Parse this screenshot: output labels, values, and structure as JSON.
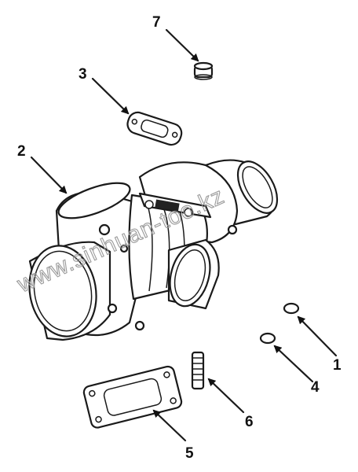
{
  "figure": {
    "callouts": {
      "c1": "1",
      "c2": "2",
      "c3": "3",
      "c4": "4",
      "c5": "5",
      "c6": "6",
      "c7": "7"
    },
    "watermark": "www.sinhuan-too.kz"
  }
}
